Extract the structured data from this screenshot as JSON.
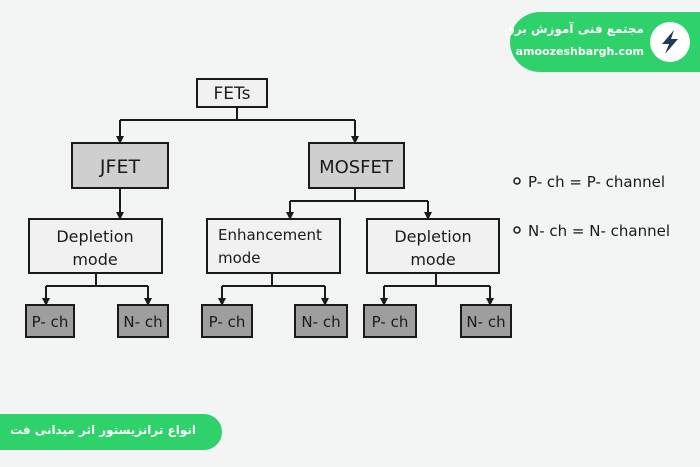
{
  "brand": {
    "title": "مجتمع فنی آموزش برق",
    "url": "amoozeshbargh.com",
    "logo_icon": "lightning-s-icon",
    "color": "#2fd16a"
  },
  "diagram": {
    "nodes": {
      "fets": {
        "line1": "FETs"
      },
      "jfet": {
        "line1": "JFET"
      },
      "mosfet": {
        "line1": "MOSFET"
      },
      "jfet_depletion": {
        "line1": "Depletion",
        "line2": "mode"
      },
      "mos_enhancement": {
        "line1": "Enhancement",
        "line2": "mode"
      },
      "mos_depletion": {
        "line1": "Depletion",
        "line2": "mode"
      },
      "jfet_p": {
        "line1": "P- ch"
      },
      "jfet_n": {
        "line1": "N- ch"
      },
      "enh_p": {
        "line1": "P- ch"
      },
      "enh_n": {
        "line1": "N- ch"
      },
      "dep_p": {
        "line1": "P- ch"
      },
      "dep_n": {
        "line1": "N- ch"
      }
    },
    "colors": {
      "light_box": "#f1f1f1",
      "gray_box": "#cfcfcf",
      "dark_box": "#9e9e9e",
      "line": "#1a1a1a"
    }
  },
  "legend": {
    "items": [
      {
        "text": "P- ch = P- channel"
      },
      {
        "text": "N- ch = N- channel"
      }
    ]
  },
  "caption": {
    "text": "انواع  ترانزیستور اثر میدانی فت"
  }
}
